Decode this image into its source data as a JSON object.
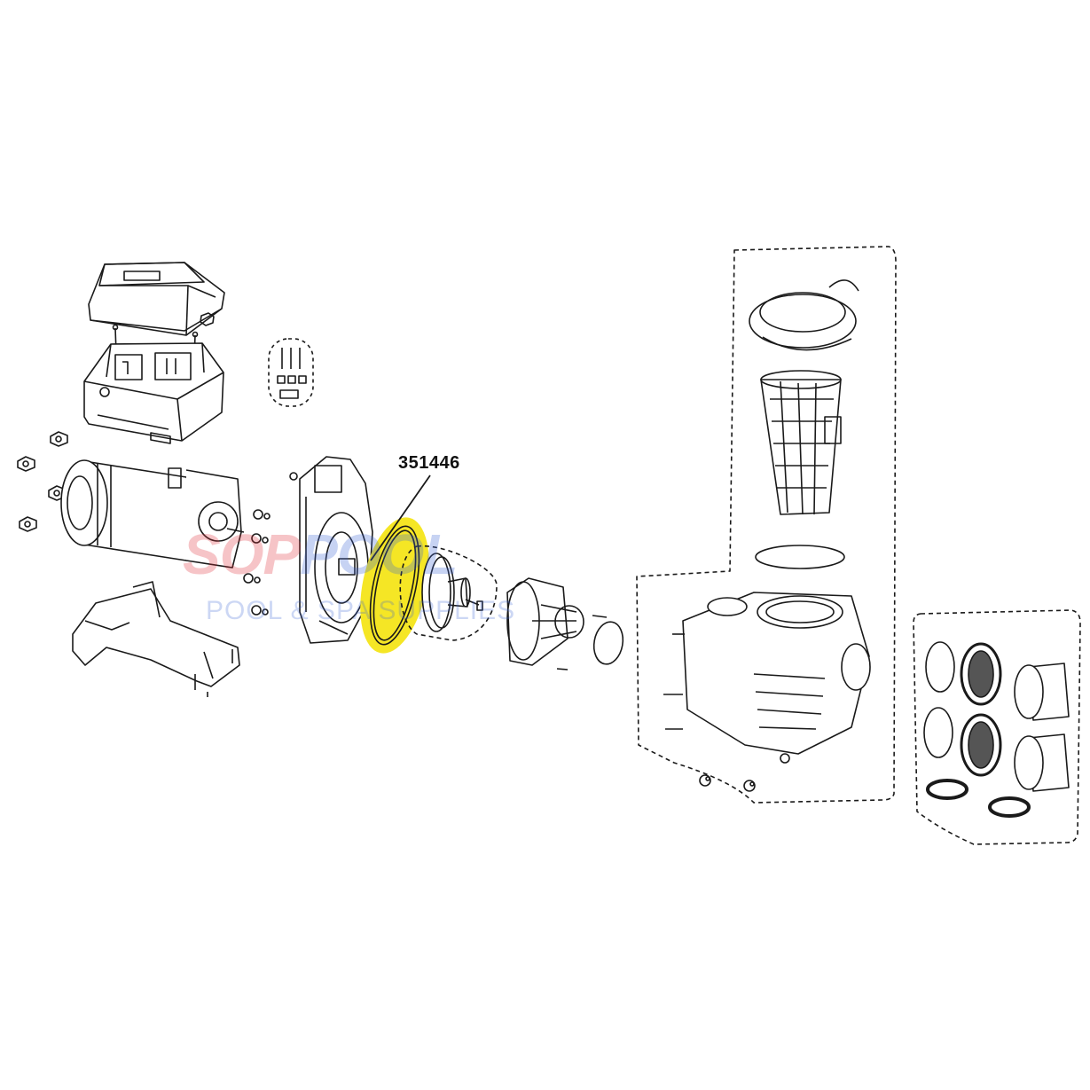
{
  "callout": {
    "part_number": "351446",
    "highlight_color": "#f5e625"
  },
  "watermark": {
    "brand_part1": "SOP",
    "brand_part2": "POOL",
    "tagline": "POOL & SPA SUPPLIES"
  },
  "line_color": "#1a1a1a"
}
